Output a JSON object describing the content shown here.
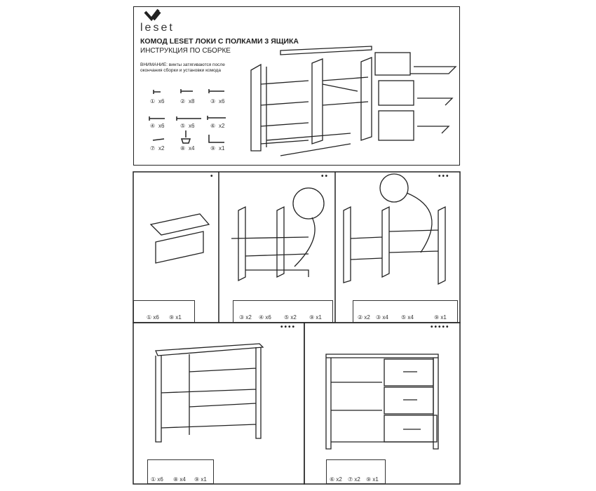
{
  "brand": "leset",
  "title": "КОМОД LESET ЛОКИ С ПОЛКАМИ 3 ЯЩИКА",
  "subtitle": "ИНСТРУКЦИЯ ПО СБОРКЕ",
  "warning_line1": "ВНИМАНИЕ: винты затягиваются после",
  "warning_line2": "окончания сборки и установки комода",
  "hardware": [
    {
      "id": "①",
      "qty": "x6"
    },
    {
      "id": "②",
      "qty": "x8"
    },
    {
      "id": "③",
      "qty": "x6"
    },
    {
      "id": "④",
      "qty": "x6"
    },
    {
      "id": "⑤",
      "qty": "x6"
    },
    {
      "id": "⑥",
      "qty": "x2"
    },
    {
      "id": "⑦",
      "qty": "x2"
    },
    {
      "id": "⑧",
      "qty": "x4"
    },
    {
      "id": "⑨",
      "qty": "x1"
    }
  ],
  "steps": [
    {
      "marker": "•",
      "parts": [
        "① x6",
        "⑨ x1"
      ]
    },
    {
      "marker": "••",
      "parts": [
        "③ x2",
        "④ x6",
        "⑤ x2",
        "⑨ x1"
      ]
    },
    {
      "marker": "•••",
      "parts": [
        "② x2",
        "③ x4",
        "⑤ x4",
        "⑨ x1"
      ]
    },
    {
      "marker": "••••",
      "parts": [
        "① x6",
        "⑧ x4",
        "⑨ x1"
      ]
    },
    {
      "marker": "•••••",
      "parts": [
        "⑥ x2",
        "⑦ x2",
        "⑨ x1"
      ]
    }
  ]
}
